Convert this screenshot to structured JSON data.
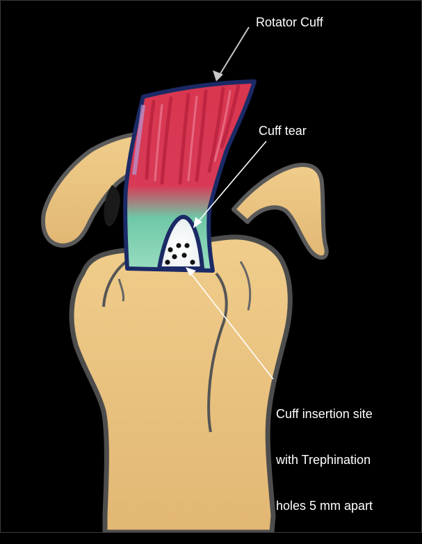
{
  "labels": {
    "rotator_cuff": "Rotator Cuff",
    "cuff_tear": "Cuff tear",
    "insertion_line1": "Cuff insertion site",
    "insertion_line2": "with Trephination",
    "insertion_line3": "holes 5 mm apart"
  },
  "colors": {
    "background": "#000000",
    "bone": "#e9c27e",
    "bone_outline": "#555555",
    "muscle": "#d9364f",
    "tendon": "#8fd8b8",
    "cuff_outline": "#1b2a66",
    "arrow": "#c8c8c8"
  }
}
